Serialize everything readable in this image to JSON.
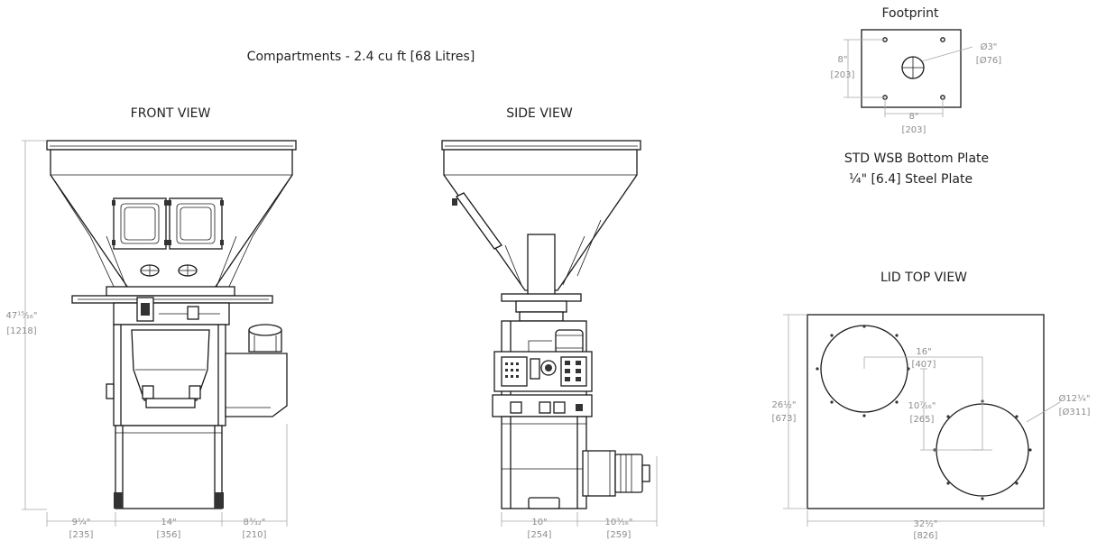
{
  "labels": {
    "compartments": "Compartments  - 2.4 cu ft [68 Litres]",
    "front_view": "FRONT VIEW",
    "side_view": "SIDE VIEW",
    "footprint": "Footprint",
    "bottom_plate_1": "STD WSB Bottom Plate",
    "bottom_plate_2": "¼\" [6.4] Steel Plate",
    "lid_top_view": "LID TOP VIEW"
  },
  "dims": {
    "front_height": "47¹⁵⁄₁₆\"",
    "front_height_mm": "[1218]",
    "front_left": "9¼\"",
    "front_left_mm": "[235]",
    "front_mid": "14\"",
    "front_mid_mm": "[356]",
    "front_right": "8³⁄₃₂\"",
    "front_right_mm": "[210]",
    "side_left": "10\"",
    "side_left_mm": "[254]",
    "side_right": "10³⁄₁₆\"",
    "side_right_mm": "[259]",
    "fp_height": "8\"",
    "fp_height_mm": "[203]",
    "fp_width": "8\"",
    "fp_width_mm": "[203]",
    "fp_hole": "Ø3\"",
    "fp_hole_mm": "[Ø76]",
    "lid_spacing_x": "16\"",
    "lid_spacing_x_mm": "[407]",
    "lid_spacing_y": "10⁷⁄₁₆\"",
    "lid_spacing_y_mm": "[265]",
    "lid_height": "26½\"",
    "lid_height_mm": "[673]",
    "lid_width": "32½\"",
    "lid_width_mm": "[826]",
    "lid_hole": "Ø12¼\"",
    "lid_hole_mm": "[Ø311]"
  }
}
